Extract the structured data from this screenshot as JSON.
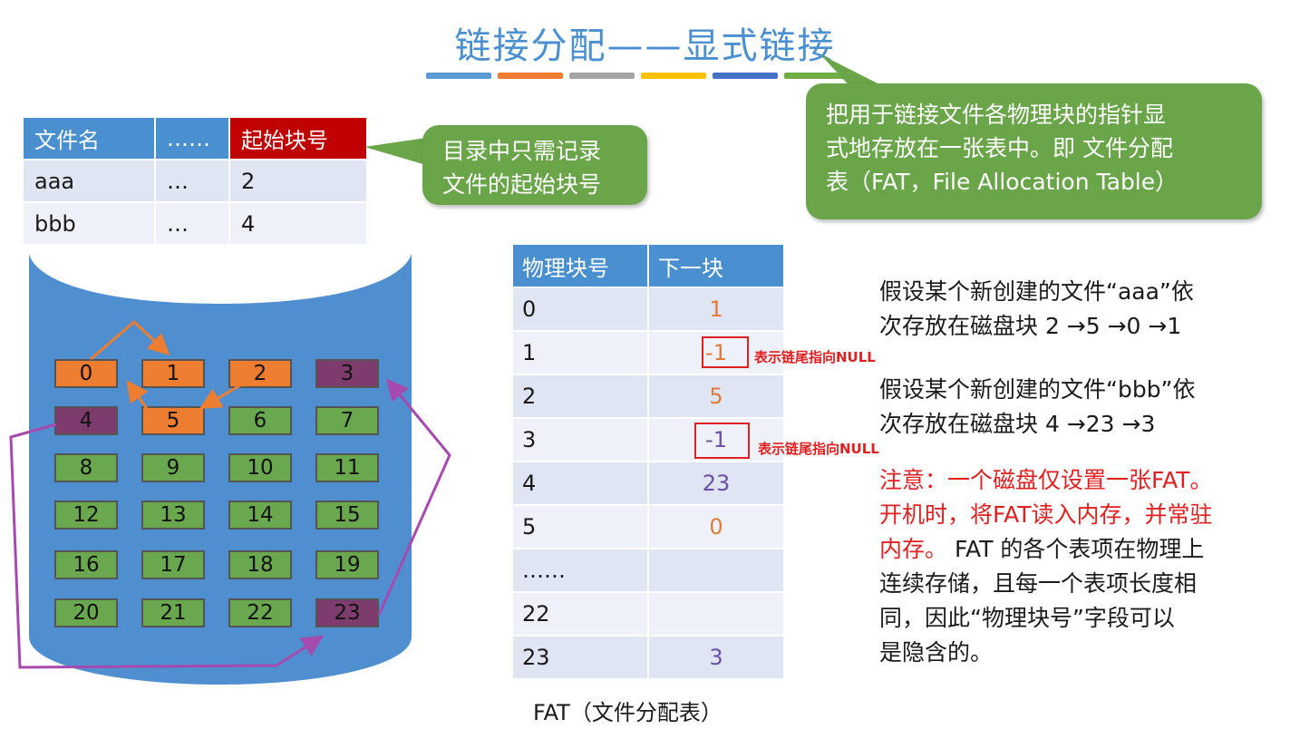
{
  "title": "链接分配——显式链接",
  "colors": {
    "accent": "#4a8fd0",
    "callout": "#6aa54a",
    "orange": "#ed7d31",
    "purple": "#7e3c6d",
    "green": "#6aa84f",
    "red": "#e02020"
  },
  "title_bar_colors": [
    "#5b9bd5",
    "#ed7d31",
    "#a5a5a5",
    "#ffc000",
    "#4472c4",
    "#70ad47"
  ],
  "directory": {
    "headers": [
      "文件名",
      "……",
      "起始块号"
    ],
    "rows": [
      [
        "aaa",
        "…",
        "2"
      ],
      [
        "bbb",
        "…",
        "4"
      ]
    ]
  },
  "callout_directory": {
    "line1": "目录中只需记录",
    "line2": "文件的起始块号"
  },
  "callout_fat": {
    "line1": "把用于链接文件各物理块的指针显",
    "line2": "式地存放在一张表中。即 文件分配",
    "line3": "表（FAT，File Allocation Table）"
  },
  "disk_blocks": [
    {
      "n": "0",
      "state": "orange"
    },
    {
      "n": "1",
      "state": "orange"
    },
    {
      "n": "2",
      "state": "orange"
    },
    {
      "n": "3",
      "state": "purple"
    },
    {
      "n": "4",
      "state": "purple"
    },
    {
      "n": "5",
      "state": "orange"
    },
    {
      "n": "6",
      "state": "green"
    },
    {
      "n": "7",
      "state": "green"
    },
    {
      "n": "8",
      "state": "green"
    },
    {
      "n": "9",
      "state": "green"
    },
    {
      "n": "10",
      "state": "green"
    },
    {
      "n": "11",
      "state": "green"
    },
    {
      "n": "12",
      "state": "green"
    },
    {
      "n": "13",
      "state": "green"
    },
    {
      "n": "14",
      "state": "green"
    },
    {
      "n": "15",
      "state": "green"
    },
    {
      "n": "16",
      "state": "green"
    },
    {
      "n": "17",
      "state": "green"
    },
    {
      "n": "18",
      "state": "green"
    },
    {
      "n": "19",
      "state": "green"
    },
    {
      "n": "20",
      "state": "green"
    },
    {
      "n": "21",
      "state": "green"
    },
    {
      "n": "22",
      "state": "green"
    },
    {
      "n": "23",
      "state": "purple"
    }
  ],
  "fat": {
    "headers": [
      "物理块号",
      "下一块"
    ],
    "rows": [
      {
        "block": "0",
        "next": "1",
        "color": "orange"
      },
      {
        "block": "1",
        "next": "-1",
        "color": "orange"
      },
      {
        "block": "2",
        "next": "5",
        "color": "orange"
      },
      {
        "block": "3",
        "next": "-1",
        "color": "purple"
      },
      {
        "block": "4",
        "next": "23",
        "color": "purple"
      },
      {
        "block": "5",
        "next": "0",
        "color": "orange"
      },
      {
        "block": "……",
        "next": "",
        "color": "orange"
      },
      {
        "block": "22",
        "next": "",
        "color": "orange"
      },
      {
        "block": "23",
        "next": "3",
        "color": "purple"
      }
    ],
    "caption": "FAT（文件分配表）",
    "null_label": "表示链尾指向NULL"
  },
  "notes": {
    "aaa_line1": "假设某个新创建的文件“aaa”依",
    "aaa_line2": "次存放在磁盘块 2 →5 →0 →1",
    "bbb_line1": "假设某个新创建的文件“bbb”依",
    "bbb_line2": "次存放在磁盘块 4 →23 →3",
    "red_line1": "注意：一个磁盘仅设置一张FAT。",
    "red_line2": "开机时，将FAT读入内存，并常驻",
    "red_line3": "内存。",
    "black_line3": " FAT 的各个表项在物理上",
    "line4": "连续存储，且每一个表项长度相",
    "line5": "同，因此“物理块号”字段可以",
    "line6": "是隐含的。"
  }
}
